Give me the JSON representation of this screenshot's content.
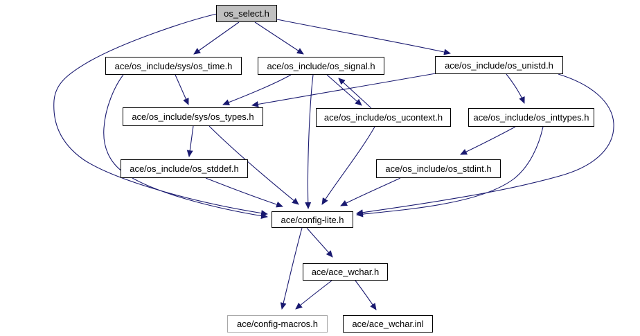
{
  "diagram": {
    "type": "include-dependency-graph",
    "root": "os_select.h",
    "colors": {
      "edge": "#191970",
      "node_fill": "#ffffff",
      "node_border": "#000000",
      "root_fill": "#c0c0c0",
      "undocumented_border": "#a8a8a8",
      "background": "#ffffff"
    },
    "nodes": [
      {
        "id": "os_select",
        "label": "os_select.h"
      },
      {
        "id": "os_time",
        "label": "ace/os_include/sys/os_time.h"
      },
      {
        "id": "os_signal",
        "label": "ace/os_include/os_signal.h"
      },
      {
        "id": "os_unistd",
        "label": "ace/os_include/os_unistd.h"
      },
      {
        "id": "os_types",
        "label": "ace/os_include/sys/os_types.h"
      },
      {
        "id": "os_ucontext",
        "label": "ace/os_include/os_ucontext.h"
      },
      {
        "id": "os_inttypes",
        "label": "ace/os_include/os_inttypes.h"
      },
      {
        "id": "os_stddef",
        "label": "ace/os_include/os_stddef.h"
      },
      {
        "id": "os_stdint",
        "label": "ace/os_include/os_stdint.h"
      },
      {
        "id": "config_lite",
        "label": "ace/config-lite.h"
      },
      {
        "id": "ace_wchar",
        "label": "ace/ace_wchar.h"
      },
      {
        "id": "config_macros",
        "label": "ace/config-macros.h"
      },
      {
        "id": "ace_wchar_inl",
        "label": "ace/ace_wchar.inl"
      }
    ],
    "edges": [
      {
        "from": "os_select.h",
        "to": "ace/os_include/sys/os_time.h"
      },
      {
        "from": "os_select.h",
        "to": "ace/os_include/os_signal.h"
      },
      {
        "from": "os_select.h",
        "to": "ace/os_include/os_unistd.h"
      },
      {
        "from": "os_select.h",
        "to": "ace/config-lite.h"
      },
      {
        "from": "ace/os_include/sys/os_time.h",
        "to": "ace/os_include/sys/os_types.h"
      },
      {
        "from": "ace/os_include/sys/os_time.h",
        "to": "ace/config-lite.h"
      },
      {
        "from": "ace/os_include/os_signal.h",
        "to": "ace/os_include/sys/os_types.h"
      },
      {
        "from": "ace/os_include/os_signal.h",
        "to": "ace/os_include/os_ucontext.h"
      },
      {
        "from": "ace/os_include/os_ucontext.h",
        "to": "ace/os_include/os_signal.h"
      },
      {
        "from": "ace/os_include/os_signal.h",
        "to": "ace/config-lite.h"
      },
      {
        "from": "ace/os_include/os_unistd.h",
        "to": "ace/os_include/sys/os_types.h"
      },
      {
        "from": "ace/os_include/os_unistd.h",
        "to": "ace/os_include/os_inttypes.h"
      },
      {
        "from": "ace/os_include/os_unistd.h",
        "to": "ace/config-lite.h"
      },
      {
        "from": "ace/os_include/sys/os_types.h",
        "to": "ace/os_include/os_stddef.h"
      },
      {
        "from": "ace/os_include/sys/os_types.h",
        "to": "ace/config-lite.h"
      },
      {
        "from": "ace/os_include/os_stddef.h",
        "to": "ace/config-lite.h"
      },
      {
        "from": "ace/os_include/os_ucontext.h",
        "to": "ace/config-lite.h"
      },
      {
        "from": "ace/os_include/os_inttypes.h",
        "to": "ace/os_include/os_stdint.h"
      },
      {
        "from": "ace/os_include/os_inttypes.h",
        "to": "ace/config-lite.h"
      },
      {
        "from": "ace/os_include/os_stdint.h",
        "to": "ace/config-lite.h"
      },
      {
        "from": "ace/config-lite.h",
        "to": "ace/ace_wchar.h"
      },
      {
        "from": "ace/config-lite.h",
        "to": "ace/config-macros.h"
      },
      {
        "from": "ace/ace_wchar.h",
        "to": "ace/config-macros.h"
      },
      {
        "from": "ace/ace_wchar.h",
        "to": "ace/ace_wchar.inl"
      }
    ]
  }
}
